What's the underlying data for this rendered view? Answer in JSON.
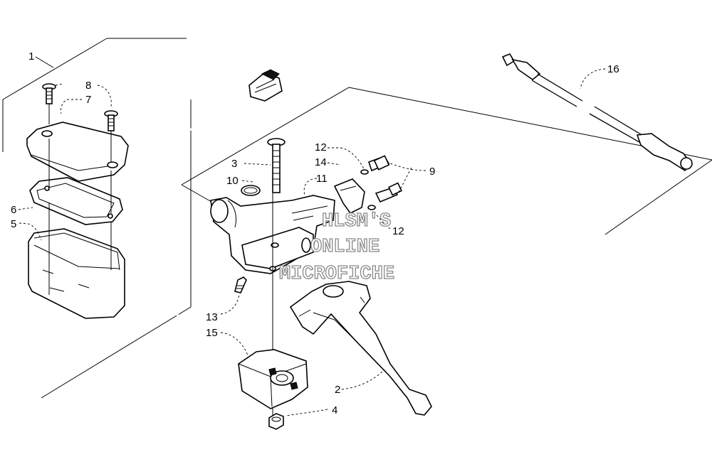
{
  "callouts": {
    "c1": "1",
    "c2": "2",
    "c3": "3",
    "c4": "4",
    "c5": "5",
    "c6": "6",
    "c7": "7",
    "c8": "8",
    "c9": "9",
    "c10": "10",
    "c11": "11",
    "c12a": "12",
    "c12b": "12",
    "c13": "13",
    "c14": "14",
    "c15": "15",
    "c16": "16"
  },
  "watermark": {
    "line1": "HLSM'S",
    "line2": "ONLINE",
    "line3": "MICROFICHE"
  }
}
